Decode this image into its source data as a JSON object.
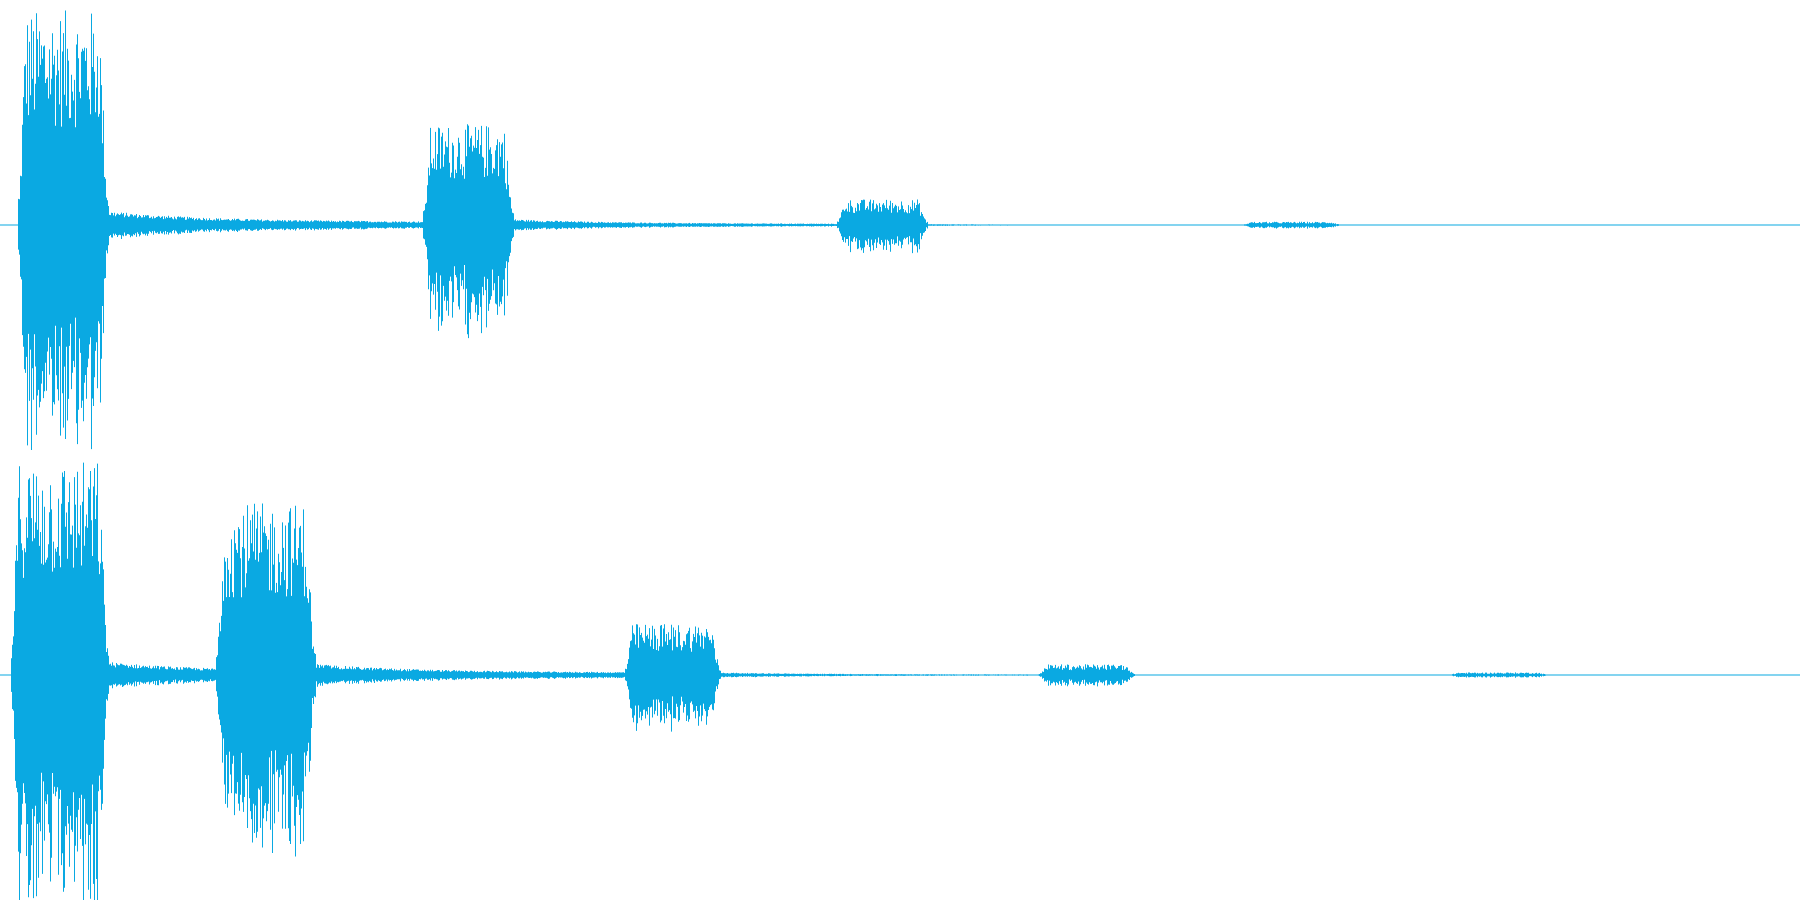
{
  "waveform": {
    "color": "#0aa9e2",
    "background": "#ffffff",
    "channels": [
      {
        "name": "",
        "bursts": [
          {
            "start": 0.01,
            "end": 0.06,
            "amplitude": 1.0
          },
          {
            "start": 0.235,
            "end": 0.285,
            "amplitude": 0.47
          },
          {
            "start": 0.465,
            "end": 0.515,
            "amplitude": 0.12
          },
          {
            "start": 0.69,
            "end": 0.745,
            "amplitude": 0.015
          }
        ],
        "tail_level": 0.07,
        "tail_end": 0.74
      },
      {
        "name": "",
        "bursts": [
          {
            "start": 0.006,
            "end": 0.06,
            "amplitude": 1.0
          },
          {
            "start": 0.12,
            "end": 0.175,
            "amplitude": 0.8
          },
          {
            "start": 0.347,
            "end": 0.4,
            "amplitude": 0.24
          },
          {
            "start": 0.577,
            "end": 0.63,
            "amplitude": 0.05
          },
          {
            "start": 0.805,
            "end": 0.86,
            "amplitude": 0.012
          }
        ],
        "tail_level": 0.065,
        "tail_end": 0.86
      }
    ]
  }
}
